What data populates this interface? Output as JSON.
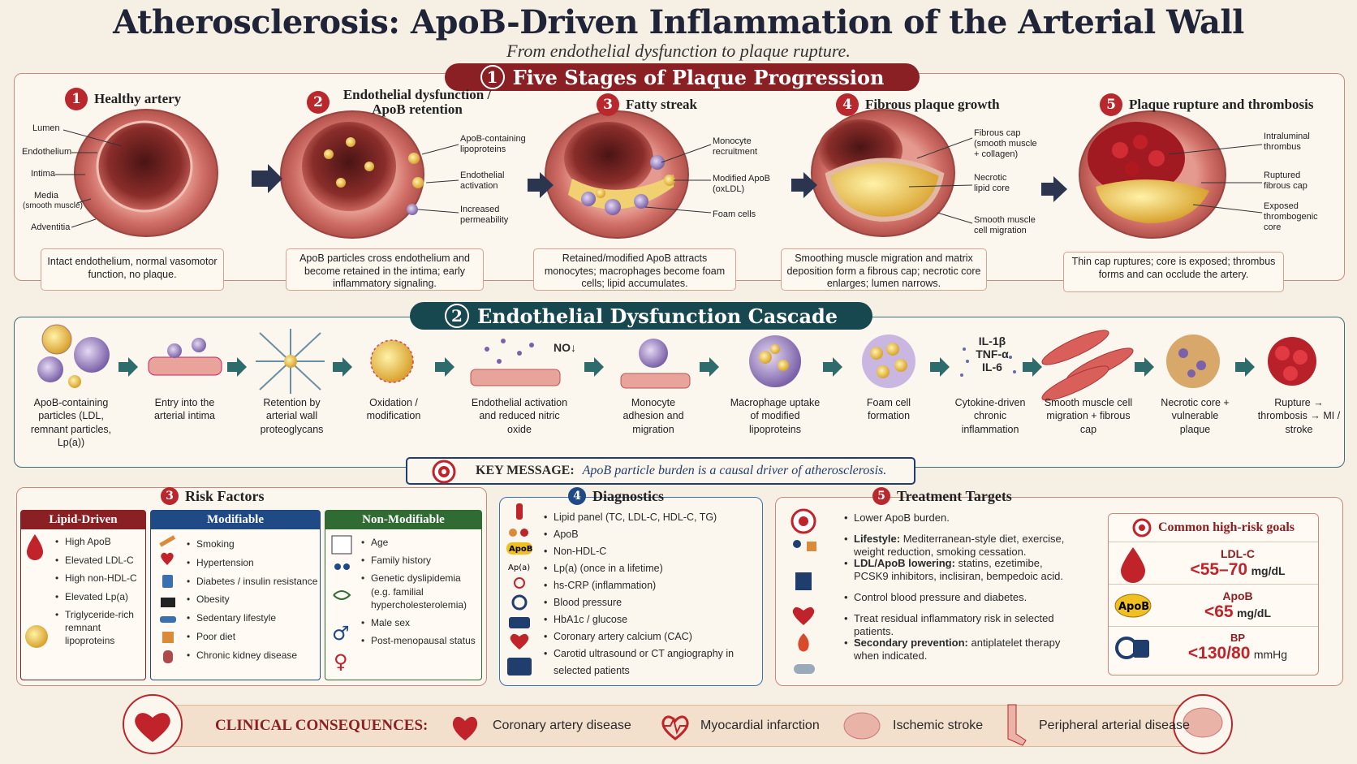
{
  "title": "Atherosclerosis: ApoB-Driven Inflammation of the Arterial Wall",
  "subtitle": "From endothelial dysfunction to plaque rupture.",
  "section1": {
    "number": "1",
    "title": "Five Stages of Plaque Progression",
    "stages": [
      {
        "number": "1",
        "title": "Healthy artery",
        "caption": "Intact endothelium, normal vasomotor function, no plaque.",
        "labels": [
          "Lumen",
          "Endothelium",
          "Intima",
          "Media",
          "(smooth muscle)",
          "Adventitia"
        ]
      },
      {
        "number": "2",
        "title": "Endothelial dysfunction / ApoB retention",
        "caption": "ApoB particles cross endothelium and become retained in the intima; early inflammatory signaling.",
        "labels": [
          "ApoB-containing lipoproteins",
          "Endothelial activation",
          "Increased permeability"
        ]
      },
      {
        "number": "3",
        "title": "Fatty streak",
        "caption": "Retained/modified ApoB attracts monocytes; macrophages become foam cells; lipid accumulates.",
        "labels": [
          "Monocyte recruitment",
          "Modified ApoB (oxLDL)",
          "Foam cells"
        ]
      },
      {
        "number": "4",
        "title": "Fibrous plaque growth",
        "caption": "Smoothing muscle migration and matrix deposition form a fibrous cap; necrotic core enlarges; lumen narrows.",
        "labels": [
          "Fibrous cap (smooth muscle + collagen)",
          "Necrotic lipid core",
          "Smooth muscle cell migration"
        ]
      },
      {
        "number": "5",
        "title": "Plaque rupture and thrombosis",
        "caption": "Thin cap ruptures; core is exposed; thrombus forms and can occlude the artery.",
        "labels": [
          "Intraluminal thrombus",
          "Ruptured fibrous cap",
          "Exposed thrombogenic core"
        ]
      }
    ]
  },
  "section2": {
    "number": "2",
    "title": "Endothelial Dysfunction Cascade",
    "no_label": "NO↓",
    "cytokines": [
      "IL-1β",
      "TNF-α",
      "IL-6"
    ],
    "steps": [
      "ApoB-containing particles (LDL, remnant particles, Lp(a))",
      "Entry into the arterial intima",
      "Retention by arterial wall proteoglycans",
      "Oxidation / modification",
      "Endothelial activation and reduced nitric oxide",
      "Monocyte adhesion and migration",
      "Macrophage uptake of modified lipoproteins",
      "Foam cell formation",
      "Cytokine-driven chronic inflammation",
      "Smooth muscle cell migration + fibrous cap",
      "Necrotic core + vulnerable plaque",
      "Rupture → thrombosis → MI / stroke"
    ]
  },
  "key_message": {
    "label": "KEY MESSAGE:",
    "text": "ApoB particle burden is a causal driver of atherosclerosis."
  },
  "risk": {
    "number": "3",
    "title": "Risk Factors",
    "lipid": {
      "header": "Lipid-Driven",
      "items": [
        "High ApoB",
        "Elevated LDL-C",
        "High non-HDL-C",
        "Elevated Lp(a)",
        "Triglyceride-rich remnant lipoproteins"
      ]
    },
    "modifiable": {
      "header": "Modifiable",
      "items": [
        "Smoking",
        "Hypertension",
        "Diabetes / insulin resistance",
        "Obesity",
        "Sedentary lifestyle",
        "Poor diet",
        "Chronic kidney disease"
      ]
    },
    "nonmod": {
      "header": "Non-Modifiable",
      "items": [
        "Age",
        "Family history",
        "Genetic dyslipidemia (e.g. familial hypercholesterolemia)",
        "Male sex",
        "Post-menopausal status"
      ]
    }
  },
  "diagnostics": {
    "number": "4",
    "title": "Diagnostics",
    "items": [
      "Lipid panel (TC, LDL-C, HDL-C, TG)",
      "ApoB",
      "Non-HDL-C",
      "Lp(a) (once in a lifetime)",
      "hs-CRP (inflammation)",
      "Blood pressure",
      "HbA1c / glucose",
      "Coronary artery calcium (CAC)",
      "Carotid ultrasound or CT angiography in selected patients"
    ],
    "icon_apob": "ApoB",
    "icon_lpa": "Ap(a)"
  },
  "treatment": {
    "number": "5",
    "title": "Treatment Targets",
    "items": [
      {
        "bold": "",
        "text": "Lower ApoB burden."
      },
      {
        "bold": "Lifestyle:",
        "text": " Mediterranean-style diet, exercise, weight reduction, smoking cessation."
      },
      {
        "bold": "LDL/ApoB lowering:",
        "text": " statins, ezetimibe, PCSK9 inhibitors, inclisiran, bempedoic acid."
      },
      {
        "bold": "",
        "text": "Control blood pressure and diabetes."
      },
      {
        "bold": "",
        "text": "Treat residual inflammatory risk in selected patients."
      },
      {
        "bold": "Secondary prevention:",
        "text": " antiplatelet therapy when indicated."
      }
    ],
    "goals_title": "Common high-risk goals",
    "goals": [
      {
        "name": "LDL-C",
        "value": "<55–70",
        "unit": "mg/dL"
      },
      {
        "name": "ApoB",
        "value": "<65",
        "unit": "mg/dL"
      },
      {
        "name": "BP",
        "value": "<130/80",
        "unit": "mmHg"
      }
    ],
    "apob_badge": "ApoB"
  },
  "consequences": {
    "label": "CLINICAL CONSEQUENCES:",
    "items": [
      "Coronary artery disease",
      "Myocardial infarction",
      "Ischemic stroke",
      "Peripheral arterial disease"
    ]
  },
  "colors": {
    "red": "#8a1f24",
    "teal": "#17484f",
    "navy": "#1f4a86",
    "green": "#2f6b33",
    "dark": "#1f2438"
  }
}
